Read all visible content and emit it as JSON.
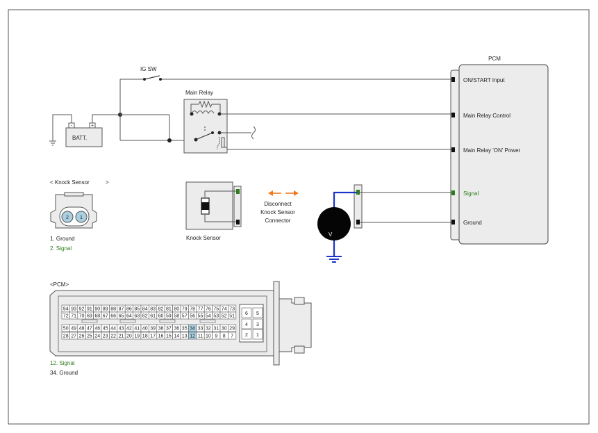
{
  "labels": {
    "pcm": "PCM",
    "ig_sw": "IG SW",
    "main_relay": "Main Relay",
    "batt": "BATT.",
    "knock_sensor_header": "< Knock Sensor",
    "knock_sensor_header_end": ">",
    "knock_sensor": "Knock Sensor",
    "disconnect_1": "Disconnect",
    "disconnect_2": "Knock Sensor",
    "disconnect_3": "Connector",
    "voltmeter": "V",
    "pcm_connector_header": "<PCM>"
  },
  "pcm_pins": [
    {
      "label": "ON/START Input",
      "color": "#222222"
    },
    {
      "label": "Main Relay Control",
      "color": "#222222"
    },
    {
      "label": "Main Relay 'ON' Power",
      "color": "#222222"
    },
    {
      "label": "Signal",
      "color": "#2e7d1e"
    },
    {
      "label": "Ground",
      "color": "#222222"
    }
  ],
  "knock_connector": {
    "pins": [
      "2",
      "1"
    ],
    "legend": [
      {
        "text": "1. Ground",
        "color": "#222222"
      },
      {
        "text": "2. Signal",
        "color": "#2e7d1e"
      }
    ]
  },
  "pcm_connector": {
    "row1": [
      "94",
      "93",
      "92",
      "91",
      "90",
      "89",
      "88",
      "87",
      "86",
      "85",
      "84",
      "83",
      "82",
      "81",
      "80",
      "79",
      "78",
      "77",
      "76",
      "75",
      "74",
      "73"
    ],
    "row2": [
      "72",
      "71",
      "70",
      "69",
      "68",
      "67",
      "66",
      "65",
      "64",
      "63",
      "62",
      "61",
      "60",
      "59",
      "58",
      "57",
      "56",
      "55",
      "54",
      "53",
      "52",
      "51"
    ],
    "row3": [
      "50",
      "49",
      "48",
      "47",
      "46",
      "45",
      "44",
      "43",
      "42",
      "41",
      "40",
      "39",
      "38",
      "37",
      "36",
      "35",
      "34",
      "33",
      "32",
      "31",
      "30",
      "29"
    ],
    "row4": [
      "28",
      "27",
      "26",
      "25",
      "24",
      "23",
      "22",
      "21",
      "20",
      "19",
      "18",
      "17",
      "16",
      "15",
      "14",
      "13",
      "12",
      "11",
      "10",
      "9",
      "8",
      "7"
    ],
    "side": [
      [
        "6",
        "5"
      ],
      [
        "4",
        "3"
      ],
      [
        "2",
        "1"
      ]
    ],
    "highlight": [
      "34",
      "12"
    ],
    "legend": [
      {
        "text": "12. Signal",
        "color": "#2e7d1e"
      },
      {
        "text": "34. Ground",
        "color": "#222222"
      }
    ]
  },
  "colors": {
    "signal_green": "#2e7d1e",
    "meter_lead_blue": "#1a35c9",
    "highlight_cell": "#a9cfe0",
    "arrow_orange": "#f07a20"
  }
}
